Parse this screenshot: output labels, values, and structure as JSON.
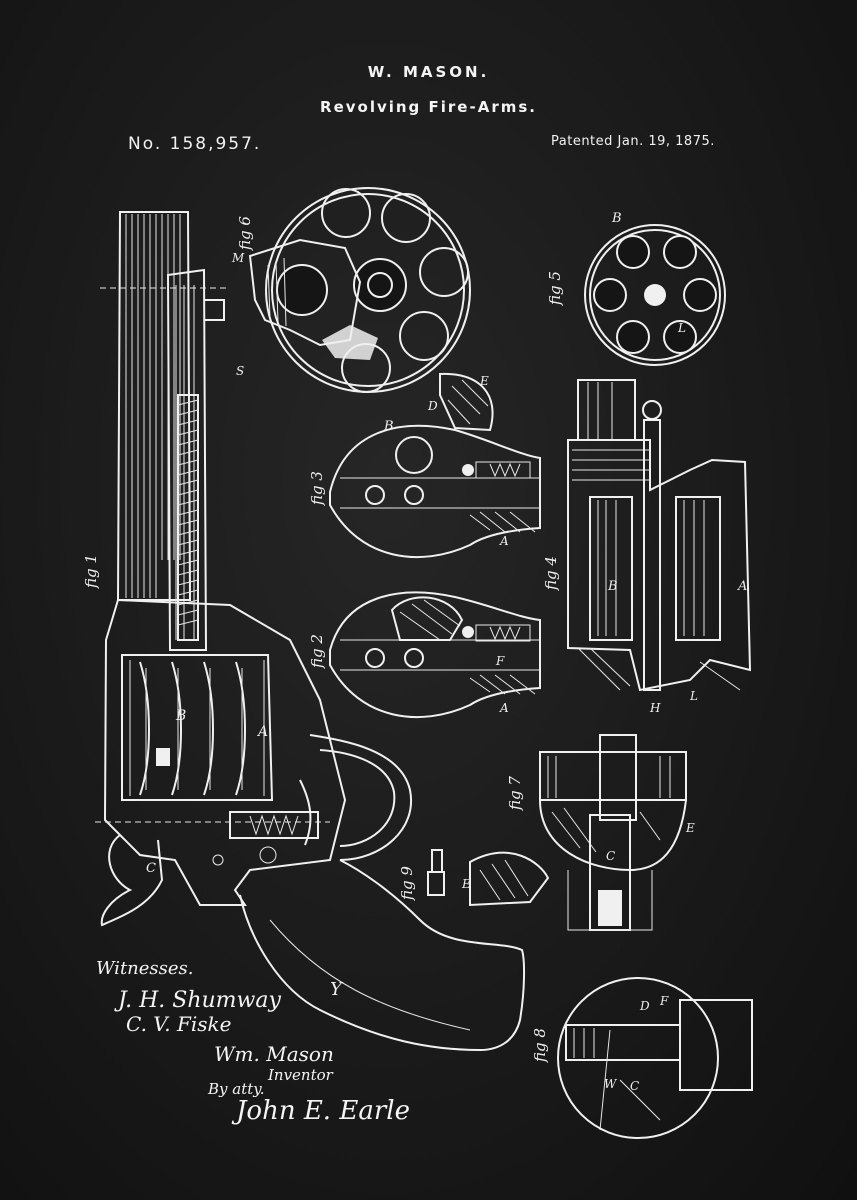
{
  "header": {
    "inventor": "W. MASON.",
    "title": "Revolving Fire-Arms.",
    "patent_number": "No. 158,957.",
    "patent_date": "Patented Jan. 19, 1875."
  },
  "figure_labels": {
    "fig1": "fig 1",
    "fig2": "fig 2",
    "fig3": "fig 3",
    "fig4": "fig 4",
    "fig5": "fig 5",
    "fig6": "fig 6",
    "fig7": "fig 7",
    "fig8": "fig 8",
    "fig9": "fig 9"
  },
  "letter_labels": {
    "B": "B",
    "A": "A",
    "Y": "Y",
    "C": "C",
    "D": "D",
    "E": "E",
    "F": "F",
    "H": "H",
    "W": "W",
    "M": "M",
    "S": "S",
    "L": "L"
  },
  "signatures": {
    "witnesses_label": "Witnesses.",
    "witness_1": "J. H. Shumway",
    "witness_2": "C. V. Fiske",
    "inventor_name": "Wm. Mason",
    "inventor_label": "Inventor",
    "attorney_prefix": "By atty.",
    "attorney_name": "John E. Earle"
  }
}
